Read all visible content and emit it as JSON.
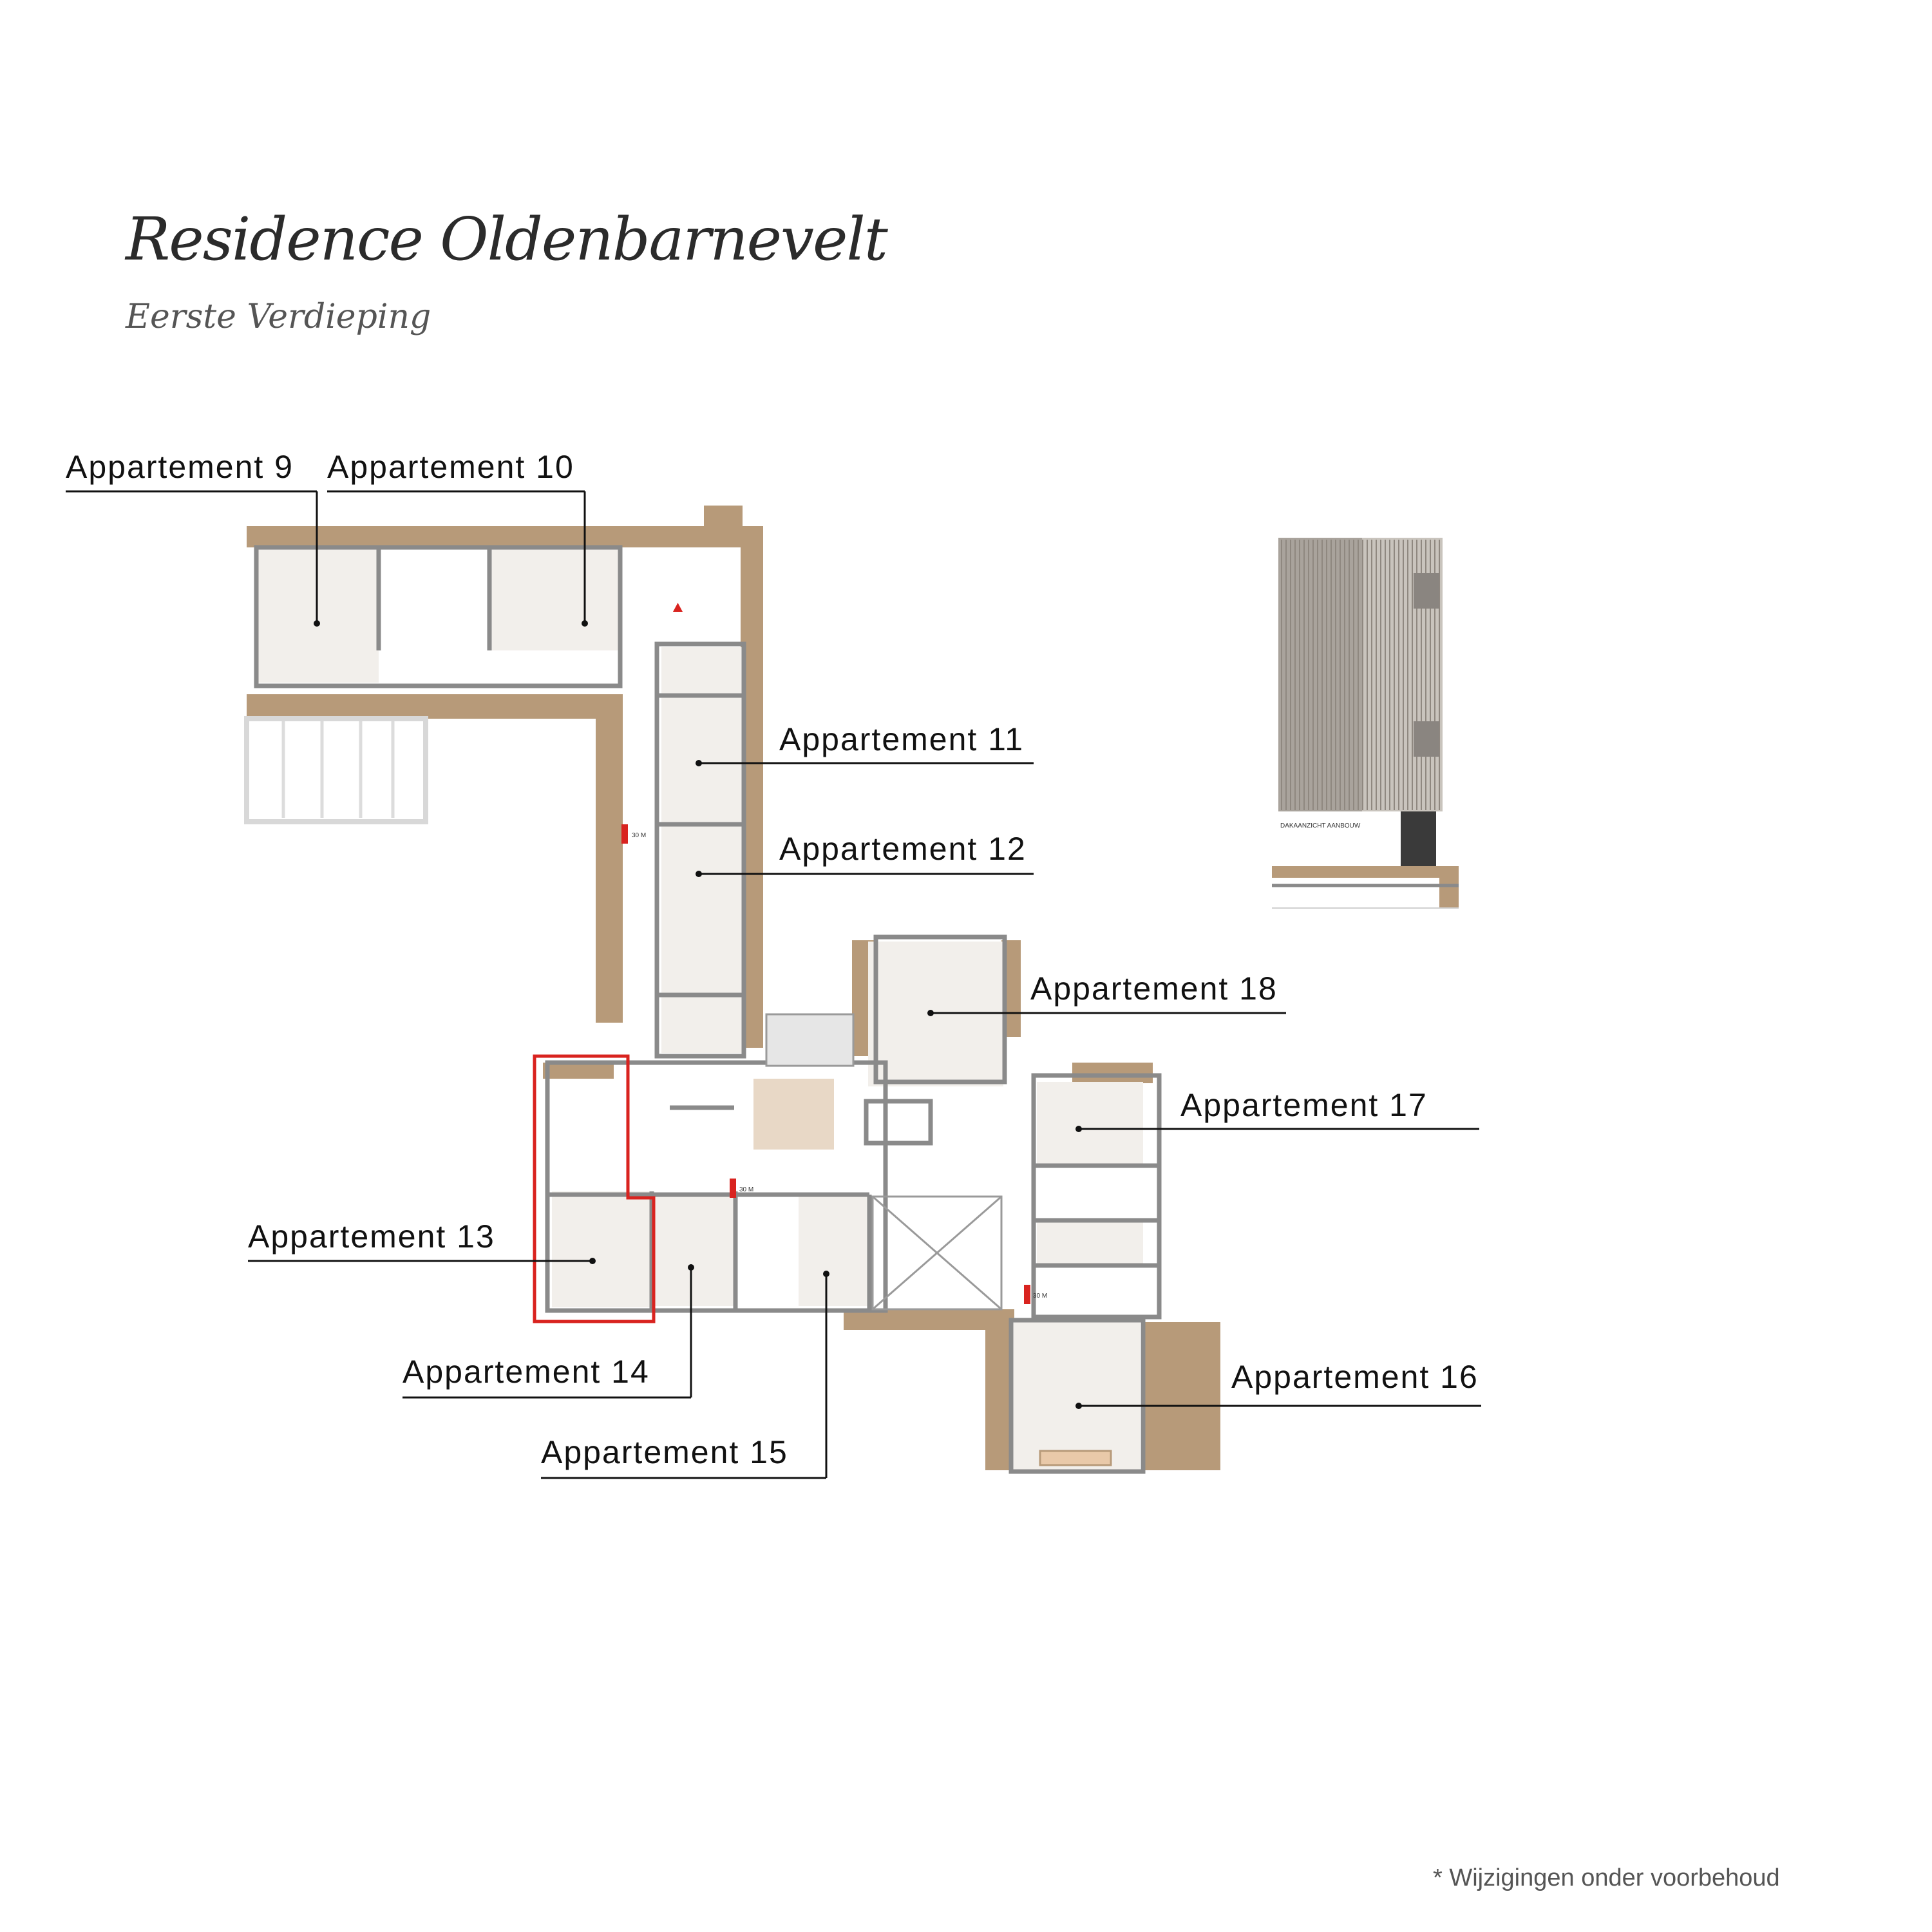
{
  "title": "Residence Oldenbarnevelt",
  "subtitle": "Eerste Verdieping",
  "footnote": "* Wijzigingen onder voorbehoud",
  "roof_view_label": "DAKAANZICHT AANBOUW",
  "fire_markers": [
    "30 M",
    "30 M",
    "30 M"
  ],
  "apartments": [
    {
      "id": "9",
      "label": "Appartement 9"
    },
    {
      "id": "10",
      "label": "Appartement 10"
    },
    {
      "id": "11",
      "label": "Appartement 11"
    },
    {
      "id": "12",
      "label": "Appartement 12"
    },
    {
      "id": "18",
      "label": "Appartement 18"
    },
    {
      "id": "17",
      "label": "Appartement 17"
    },
    {
      "id": "13",
      "label": "Appartement 13"
    },
    {
      "id": "14",
      "label": "Appartement 14"
    },
    {
      "id": "16",
      "label": "Appartement 16"
    },
    {
      "id": "15",
      "label": "Appartement 15"
    }
  ],
  "colors": {
    "wall_exterior": "#b79a79",
    "wall_interior": "#8a8a8a",
    "room_fill": "#f2efeb",
    "stair_fill": "#e8d8c6",
    "highlight": "#d9231f",
    "roof_dark": "#a9a39c",
    "roof_light": "#c9c4bd"
  }
}
